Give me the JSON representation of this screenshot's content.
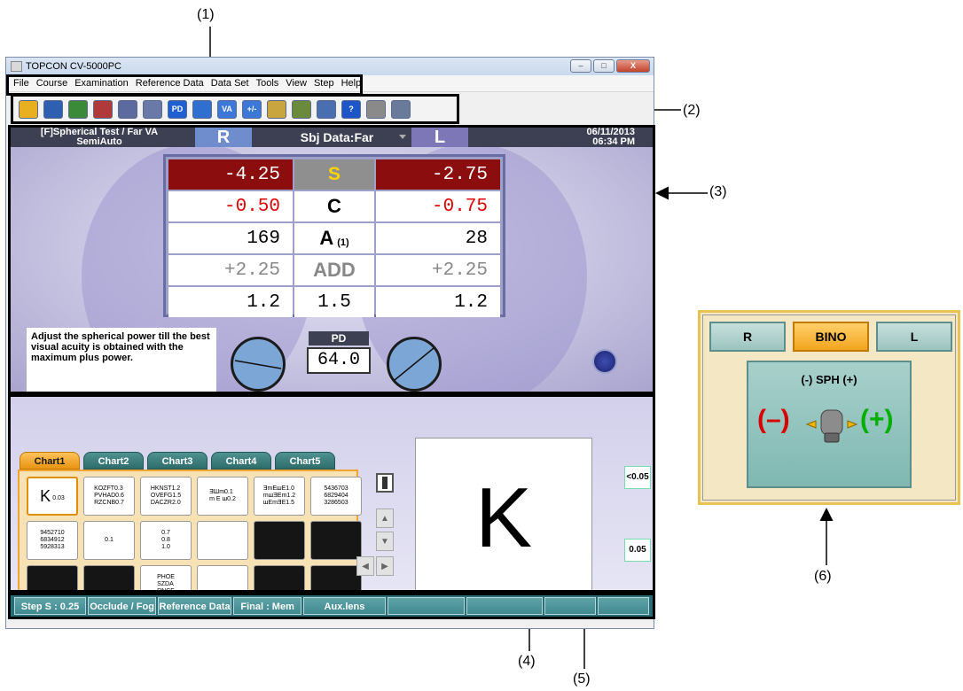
{
  "window": {
    "title": "TOPCON CV-5000PC",
    "min_label": "–",
    "max_label": "□",
    "close_label": "X"
  },
  "menu": [
    "File",
    "Course",
    "Examination",
    "Reference Data",
    "Data Set",
    "Tools",
    "View",
    "Step",
    "Help"
  ],
  "toolbar": [
    {
      "icon": "download-icon",
      "label": "",
      "color": "#e8b020"
    },
    {
      "icon": "user-icon",
      "label": "",
      "color": "#2f5fb0"
    },
    {
      "icon": "refraction-icon",
      "label": "",
      "color": "#3a8a3a"
    },
    {
      "icon": "refraction-r-icon",
      "label": "",
      "color": "#b03a3a"
    },
    {
      "icon": "list-icon",
      "label": "",
      "color": "#5d6aa0"
    },
    {
      "icon": "document-icon",
      "label": "",
      "color": "#6a7aa8"
    },
    {
      "icon": "pd-icon",
      "label": "PD",
      "color": "#1f5fd0"
    },
    {
      "icon": "va-icon",
      "label": "",
      "color": "#2f6fd0"
    },
    {
      "icon": "va-adjust-icon",
      "label": "VA",
      "color": "#3b78d8"
    },
    {
      "icon": "add-icon",
      "label": "+/-",
      "color": "#3b78d8"
    },
    {
      "icon": "light-icon",
      "label": "",
      "color": "#c9a540"
    },
    {
      "icon": "occluder-icon",
      "label": "",
      "color": "#6b8a3b"
    },
    {
      "icon": "eye-icon",
      "label": "",
      "color": "#4a6fb0"
    },
    {
      "icon": "help-icon",
      "label": "?",
      "color": "#1d57c7"
    },
    {
      "icon": "print-icon",
      "label": "",
      "color": "#8a8a8a"
    },
    {
      "icon": "wrench-icon",
      "label": "",
      "color": "#6a7a9a"
    }
  ],
  "measurement": {
    "mode_line1": "[F]Spherical Test / Far VA",
    "mode_line2": "SemiAuto",
    "right_eye": "R",
    "left_eye": "L",
    "subject_data": "Sbj Data:Far",
    "date": "06/11/2013",
    "time": "06:34 PM",
    "rows": [
      {
        "r": "-4.25",
        "label": "S",
        "l": "-2.75"
      },
      {
        "r": "-0.50",
        "label": "C",
        "l": "-0.75"
      },
      {
        "r": "169",
        "label": "A",
        "sub": "(1)",
        "l": "28"
      },
      {
        "r": "+2.25",
        "label": "ADD",
        "l": "+2.25"
      },
      {
        "r": "1.2",
        "label": "1.5",
        "l": "1.2"
      }
    ],
    "instruction": "Adjust the spherical power till the best visual acuity is obtained with the maximum plus power.",
    "pd_label": "PD",
    "pd_value": "64.0"
  },
  "chart": {
    "tabs": [
      "Chart1",
      "Chart2",
      "Chart3",
      "Chart4",
      "Chart5"
    ],
    "active_tab": 0,
    "cells": [
      {
        "text": "K",
        "sub": "0.03"
      },
      {
        "text": "KOZFT0.3\nPVHAD0.6\nRZCNB0.7"
      },
      {
        "text": "HKNST1.2\nOVEFG1.5\nDACZR2.0"
      },
      {
        "text": "ƎШm0.1\nm E ш0.2"
      },
      {
        "text": "ƎmEшE1.0\nmшƎEm1.2\nшEmƎE1.5"
      },
      {
        "text": "5436703\n6829404\n3286503"
      },
      {
        "text": "9452710\n6834912\n5928313"
      },
      {
        "text": "0.1"
      },
      {
        "text": "0.7\n0.8\n1.0"
      },
      {
        "text": ""
      },
      {
        "text": ""
      },
      {
        "text": ""
      },
      {
        "text": ""
      },
      {
        "text": ""
      },
      {
        "text": "PHOE\nSZDA\nRNCF"
      },
      {
        "text": ""
      },
      {
        "text": ""
      },
      {
        "text": ""
      },
      {
        "text": ""
      },
      {
        "text": ""
      }
    ],
    "preview_letter": "K",
    "va_buttons": [
      "<0.05",
      "0.05"
    ]
  },
  "status": [
    "Step S : 0.25",
    "Occlude / Fog",
    "Reference Data",
    "Final : Mem",
    "Aux.lens",
    "",
    "",
    "",
    ""
  ],
  "bino": {
    "tabs": [
      "R",
      "BINO",
      "L"
    ],
    "sph_label": "(-) SPH (+)",
    "minus": "(–)",
    "plus": "(+)"
  },
  "callouts": [
    "(1)",
    "(2)",
    "(3)",
    "(4)",
    "(5)",
    "(6)"
  ]
}
